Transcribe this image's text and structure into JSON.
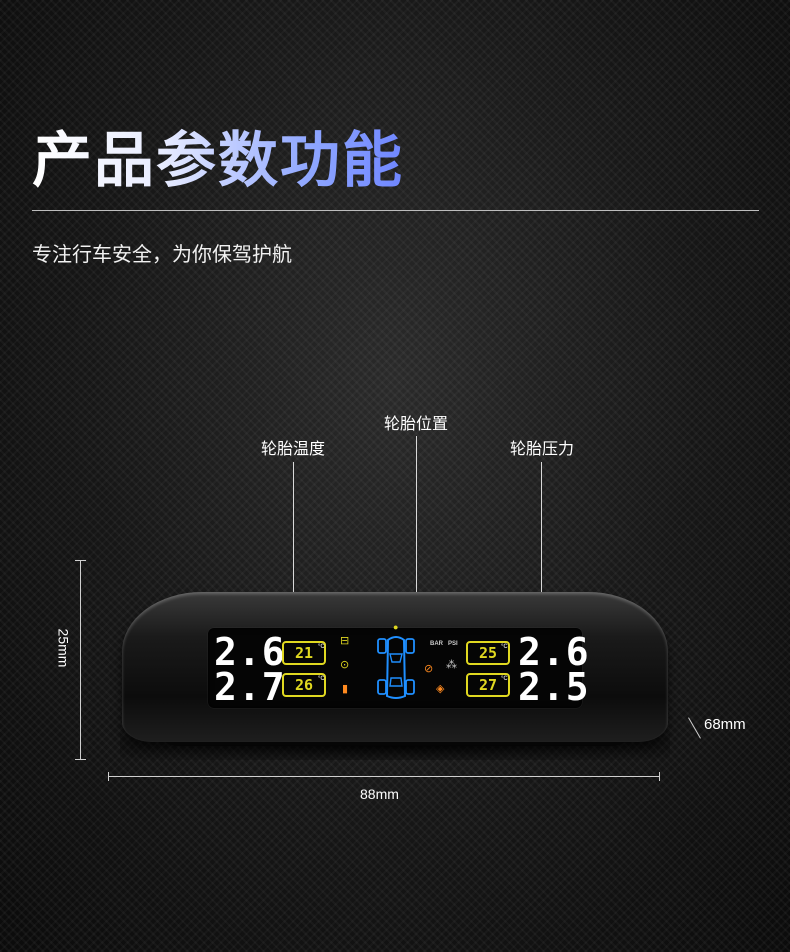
{
  "header": {
    "title": "产品参数功能",
    "subtitle": "专注行车安全，为你保驾护航"
  },
  "callouts": {
    "temperature": "轮胎温度",
    "position": "轮胎位置",
    "pressure": "轮胎压力"
  },
  "dimensions": {
    "height": "25mm",
    "width": "88mm",
    "depth": "68mm"
  },
  "display": {
    "pressure_front_left": "2.6",
    "pressure_rear_left": "2.7",
    "pressure_front_right": "2.6",
    "pressure_rear_right": "2.5",
    "temp_front_left": "21",
    "temp_rear_left": "26",
    "temp_front_right": "25",
    "temp_rear_right": "27",
    "unit_bar": "BAR",
    "unit_psi": "PSI",
    "unit_c": "°C"
  },
  "colors": {
    "segment_white": "#ffffff",
    "temp_yellow": "#e0d820",
    "car_blue": "#1f8fff",
    "alert_orange": "#ff8a1f",
    "title_gradient_end": "#6f86ff"
  }
}
